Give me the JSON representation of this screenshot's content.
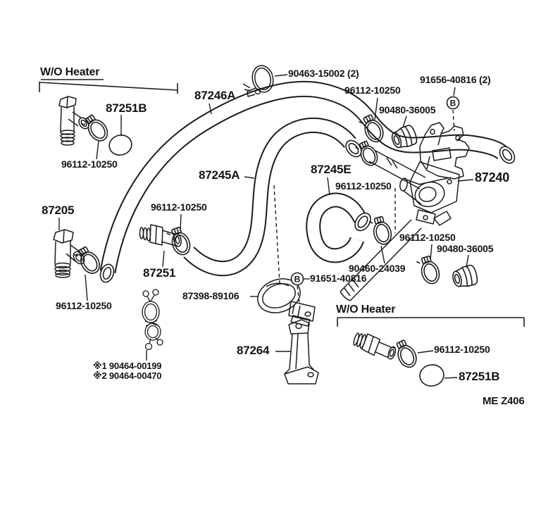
{
  "diagram": {
    "sections": {
      "wo_heater_top": {
        "label": "W/O Heater"
      },
      "wo_heater_bottom": {
        "label": "W/O Heater"
      }
    },
    "marker_b": "B",
    "footer": {
      "code": "ME Z406"
    },
    "parts": {
      "cap_top": "87251B",
      "clamp_top_left": "96112-10250",
      "hose_main": "87246A",
      "clamp_band": "90463-15002 (2)",
      "clamp_top_mid": "96112-10250",
      "bolt_top": "91656-40816 (2)",
      "grommet_top": "90480-36005",
      "hose_mid": "87245A",
      "hose_j": "87245E",
      "clamp_mid": "96112-10250",
      "water_valve": "87240",
      "drain_valve": "87205",
      "clamp_union_area": "96112-10250",
      "union": "87251",
      "clamp_drain": "96112-10250",
      "clamp_right": "96112-10250",
      "grommet_right": "90480-36005",
      "clamp_24039": "90460-24039",
      "bolt_bottom": "91651-40816",
      "clamp_bracket": "87398-89106",
      "bracket": "87264",
      "clamp_bottom_right": "96112-10250",
      "cap_bottom": "87251B",
      "note_1": "※1 90464-00199",
      "note_2": "※2 90464-00470"
    }
  }
}
